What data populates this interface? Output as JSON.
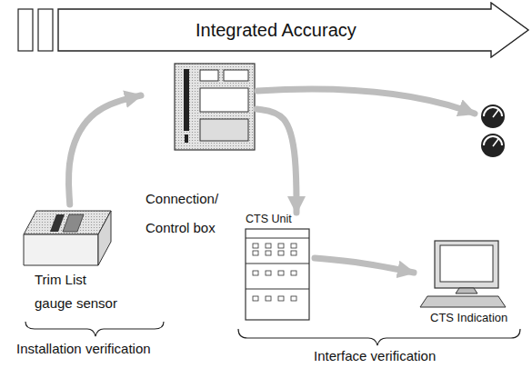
{
  "diagram": {
    "nodes": [
      {
        "text": [
          "Integrated Accuracy"
        ]
      },
      {
        "text": [
          "Trim List gauge sensor"
        ]
      },
      {
        "text": [
          "Connection/ Control box"
        ]
      },
      {
        "text": [
          "CTS Unit"
        ]
      },
      {
        "text": [
          "CTS Indication"
        ]
      }
    ],
    "edges": [
      {
        "from": 1,
        "to": 2,
        "arrow": "to"
      },
      {
        "from": 2,
        "to": 3,
        "arrow": "to"
      },
      {
        "from": 3,
        "to": 4,
        "arrow": "to"
      }
    ],
    "labels": [
      "Installation verification",
      "Interface verification"
    ]
  }
}
